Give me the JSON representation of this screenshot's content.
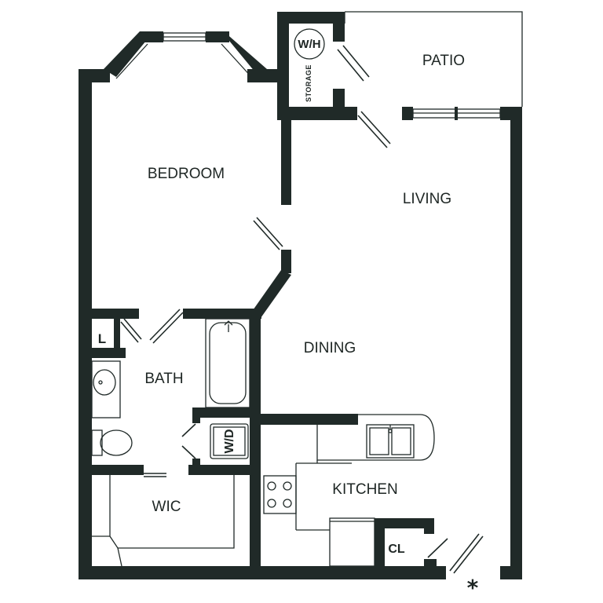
{
  "rooms": {
    "patio": "PATIO",
    "bedroom": "BEDROOM",
    "living": "LIVING",
    "dining": "DINING",
    "bath": "BATH",
    "kitchen": "KITCHEN",
    "wic": "WIC"
  },
  "fixtures": {
    "water_heater": "W/H",
    "storage": "STORAGE",
    "linen": "L",
    "washer_dryer": "W/D",
    "closet": "CL"
  },
  "marker": "*",
  "colors": {
    "wall": "#202a28",
    "background": "#ffffff"
  }
}
